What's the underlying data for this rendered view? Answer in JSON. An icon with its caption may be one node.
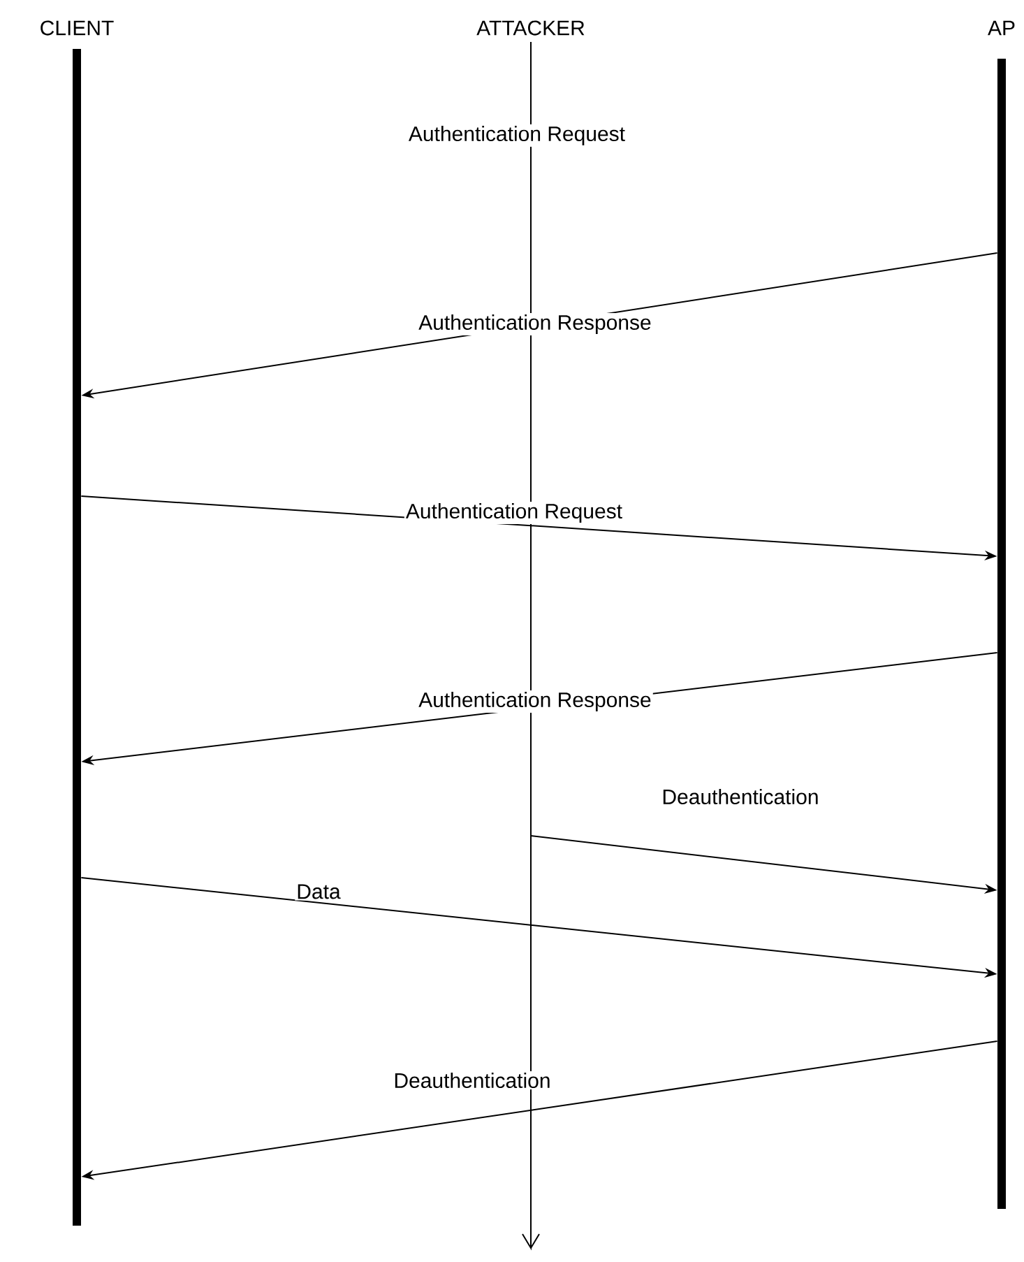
{
  "diagram": {
    "nodes": [
      {
        "text": [
          "CLIENT"
        ]
      },
      {
        "text": [
          "ATTACKER"
        ]
      },
      {
        "text": [
          "AP"
        ]
      }
    ],
    "edges": [
      {
        "from": 2,
        "to": 0,
        "arrow": "to",
        "label": "Authentication Response"
      },
      {
        "from": 0,
        "to": 2,
        "arrow": "to",
        "label": "Authentication Request"
      },
      {
        "from": 2,
        "to": 0,
        "arrow": "to",
        "label": "Authentication Response"
      },
      {
        "from": null,
        "to": 2,
        "arrow": "to",
        "label": "Deauthentication"
      },
      {
        "from": 0,
        "to": 2,
        "arrow": "to",
        "label": "Data"
      },
      {
        "from": 2,
        "to": 0,
        "arrow": "to",
        "label": "Deauthentication"
      }
    ],
    "labels": [
      "Authentication Request"
    ]
  }
}
